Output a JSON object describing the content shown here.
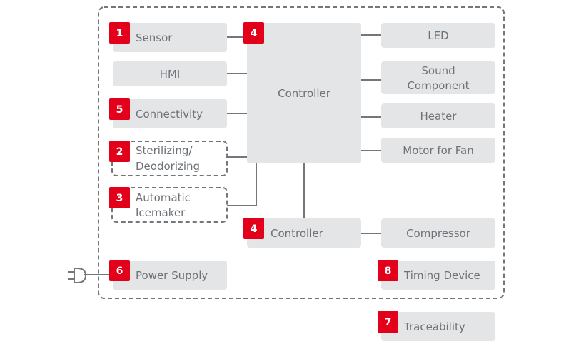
{
  "colors": {
    "accent": "#e2001a",
    "box": "#e4e5e7",
    "text": "#6d7278",
    "line": "#73777b"
  },
  "blocks": {
    "sensor": {
      "badge": "1",
      "label": "Sensor"
    },
    "hmi": {
      "label": "HMI"
    },
    "connectivity": {
      "badge": "5",
      "label": "Connectivity"
    },
    "sterilizing": {
      "badge": "2",
      "line1": "Sterilizing/",
      "line2": "Deodorizing"
    },
    "icemaker": {
      "badge": "3",
      "line1": "Automatic",
      "line2": "Icemaker"
    },
    "main_controller": {
      "badge": "4",
      "label": "Controller"
    },
    "sub_controller": {
      "badge": "4",
      "label": "Controller"
    },
    "led": {
      "label": "LED"
    },
    "sound": {
      "line1": "Sound",
      "line2": "Component"
    },
    "heater": {
      "label": "Heater"
    },
    "motor": {
      "label": "Motor for Fan"
    },
    "compressor": {
      "label": "Compressor"
    },
    "power": {
      "badge": "6",
      "label": "Power Supply"
    },
    "timing": {
      "badge": "8",
      "label": "Timing Device"
    },
    "traceability": {
      "badge": "7",
      "label": "Traceability"
    }
  },
  "icons": {
    "plug": "power-plug-icon"
  }
}
